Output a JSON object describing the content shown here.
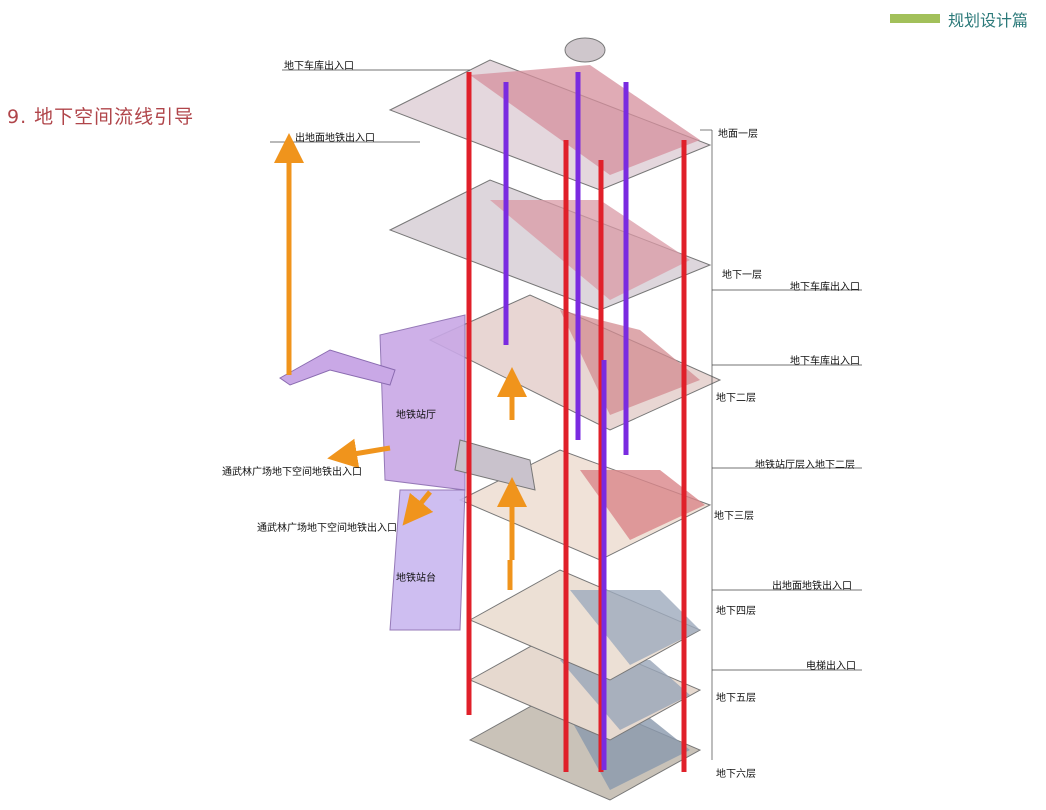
{
  "header": {
    "title": "规划设计篇"
  },
  "section": {
    "title": "9. 地下空间流线引导"
  },
  "labels": {
    "garage_top": "地下车库出入口",
    "metro_exit_ground_left": "出地面地铁出入口",
    "ground_floor": "地面一层",
    "b1": "地下一层",
    "garage_b1": "地下车库出入口",
    "garage_b2": "地下车库出入口",
    "b2": "地下二层",
    "metro_hall": "地铁站厅",
    "hall_to_b2": "地铁站厅层入地下二层",
    "plaza_exit_1": "通武林广场地下空间地铁出入口",
    "b3": "地下三层",
    "plaza_exit_2": "通武林广场地下空间地铁出入口",
    "metro_platform": "地铁站台",
    "metro_exit_ground_right": "出地面地铁出入口",
    "b4": "地下四层",
    "elevator": "电梯出入口",
    "b5": "地下五层",
    "b6": "地下六层"
  },
  "colors": {
    "accent_green": "#a2c05a",
    "title_teal": "#2c7a7a",
    "section_red": "#b0454a",
    "flow_red": "#e0202a",
    "flow_purple": "#7a2be0",
    "flow_orange": "#f0941c",
    "metro_lilac": "#c9a8e6"
  }
}
